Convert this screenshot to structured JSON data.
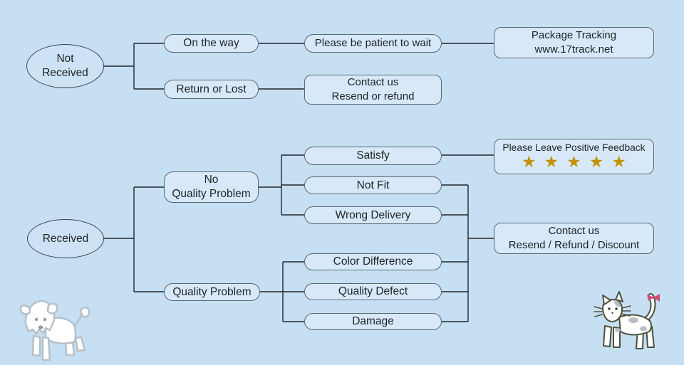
{
  "colors": {
    "background": "#c6dff3",
    "node_fill": "#d7e9f8",
    "node_border": "#5a6770",
    "connector_line": "#22262a",
    "text": "#1e2226",
    "star_gold": "#c49208",
    "dog_outline": "#b5c1ca",
    "cat_outline": "#4c513c",
    "cat_bow_pink": "#d04b70"
  },
  "nodes": {
    "not_received": {
      "line1": "Not",
      "line2": "Received"
    },
    "received": {
      "label": "Received"
    },
    "on_the_way": {
      "label": "On the way"
    },
    "return_or_lost": {
      "label": "Return or Lost"
    },
    "please_be_patient": {
      "label": "Please be patient to wait"
    },
    "package_tracking": {
      "line1": "Package Tracking",
      "line2": "www.17track.net"
    },
    "contact_us_resend": {
      "line1": "Contact us",
      "line2": "Resend or refund"
    },
    "no_quality_problem": {
      "line1": "No",
      "line2": "Quality Problem"
    },
    "quality_problem": {
      "label": "Quality Problem"
    },
    "satisfy": {
      "label": "Satisfy"
    },
    "not_fit": {
      "label": "Not Fit"
    },
    "wrong_delivery": {
      "label": "Wrong Delivery"
    },
    "color_difference": {
      "label": "Color Difference"
    },
    "quality_defect": {
      "label": "Quality Defect"
    },
    "damage": {
      "label": "Damage"
    },
    "positive_feedback": {
      "label": "Please Leave Positive Feedback",
      "stars": "★★★★★",
      "star_count": 5
    },
    "contact_us_discount": {
      "line1": "Contact us",
      "line2": "Resend / Refund / Discount"
    }
  },
  "edges": [
    {
      "from": "Not Received",
      "to": "On the way"
    },
    {
      "from": "Not Received",
      "to": "Return or Lost"
    },
    {
      "from": "On the way",
      "to": "Please be patient to wait"
    },
    {
      "from": "Please be patient to wait",
      "to": "Package Tracking www.17track.net"
    },
    {
      "from": "Return or Lost",
      "to": "Contact us Resend or refund"
    },
    {
      "from": "Received",
      "to": "No Quality Problem"
    },
    {
      "from": "Received",
      "to": "Quality Problem"
    },
    {
      "from": "No Quality Problem",
      "to": "Satisfy"
    },
    {
      "from": "No Quality Problem",
      "to": "Not Fit"
    },
    {
      "from": "No Quality Problem",
      "to": "Wrong Delivery"
    },
    {
      "from": "Satisfy",
      "to": "Please Leave Positive Feedback"
    },
    {
      "from": "Quality Problem",
      "to": "Color Difference"
    },
    {
      "from": "Quality Problem",
      "to": "Quality Defect"
    },
    {
      "from": "Quality Problem",
      "to": "Damage"
    },
    {
      "from": "Not Fit",
      "to": "Contact us Resend / Refund / Discount"
    },
    {
      "from": "Wrong Delivery",
      "to": "Contact us Resend / Refund / Discount"
    },
    {
      "from": "Color Difference",
      "to": "Contact us Resend / Refund / Discount"
    },
    {
      "from": "Quality Defect",
      "to": "Contact us Resend / Refund / Discount"
    },
    {
      "from": "Damage",
      "to": "Contact us Resend / Refund / Discount"
    }
  ],
  "illustrations": {
    "bottom_left": "white doodle dog",
    "bottom_right": "white doodle cat with pink bow on tail"
  }
}
